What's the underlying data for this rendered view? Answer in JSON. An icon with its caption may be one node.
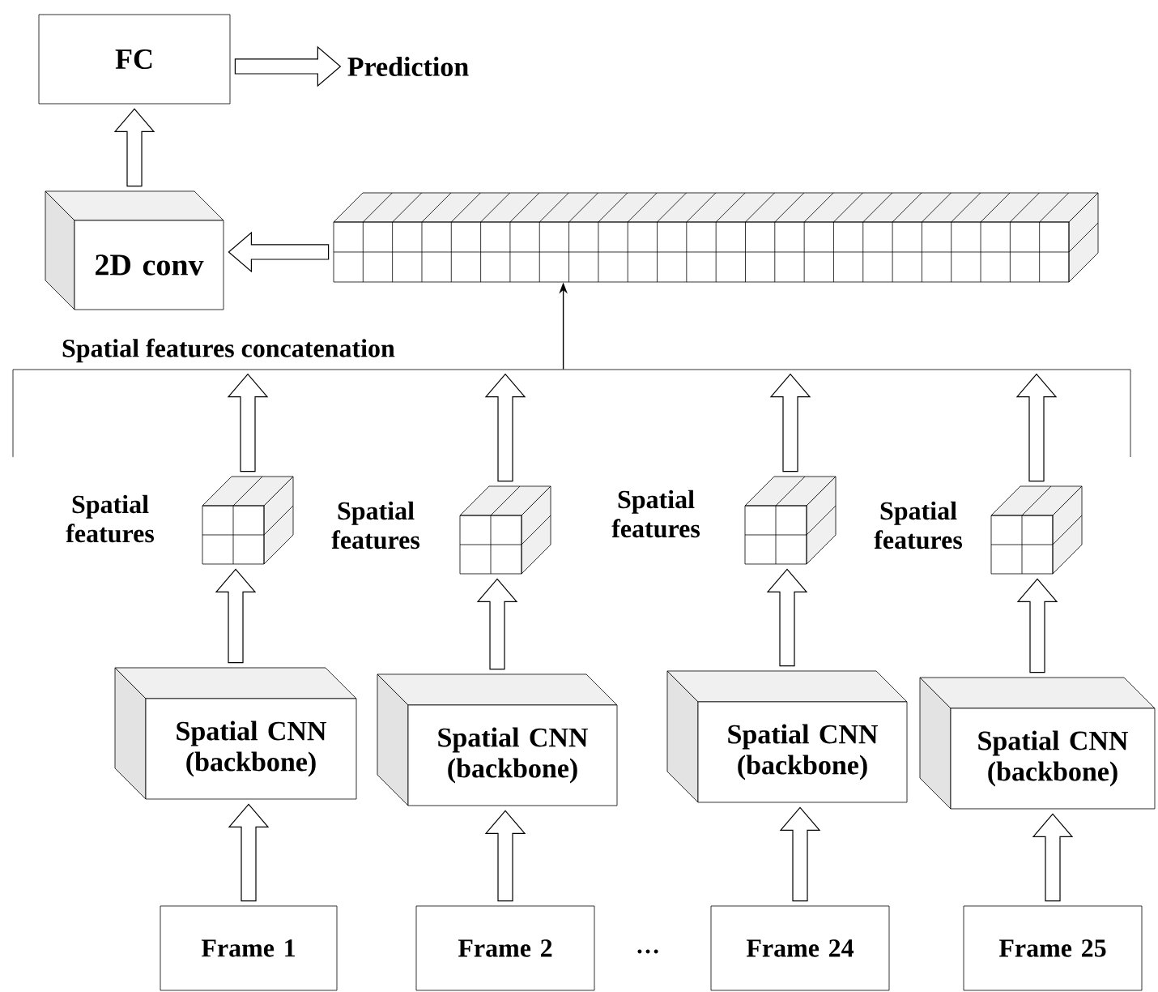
{
  "diagram": {
    "nodes": [
      {
        "text": [
          "FC"
        ]
      },
      {
        "text": [
          "Prediction"
        ]
      },
      {
        "text": [
          "2D conv"
        ]
      },
      {
        "text": [],
        "shape": "box"
      },
      {
        "text": [
          "Spatial features concatenation"
        ]
      },
      {
        "text": [],
        "shape": "box",
        "beside": [
          "Spatial features"
        ]
      },
      {
        "text": [],
        "shape": "box",
        "beside": [
          "Spatial features"
        ]
      },
      {
        "text": [],
        "shape": "box",
        "beside": [
          "Spatial features"
        ]
      },
      {
        "text": [],
        "shape": "box",
        "beside": [
          "Spatial features"
        ]
      },
      {
        "text": [
          "Spatial CNN (backbone)"
        ]
      },
      {
        "text": [
          "Spatial CNN (backbone)"
        ]
      },
      {
        "text": [
          "Spatial CNN (backbone)"
        ]
      },
      {
        "text": [
          "Spatial CNN (backbone)"
        ]
      },
      {
        "text": [
          "Frame 1"
        ]
      },
      {
        "text": [
          "Frame 2"
        ]
      },
      {
        "text": [
          "Frame 24"
        ]
      },
      {
        "text": [
          "Frame 25"
        ]
      }
    ],
    "edges": [
      {
        "from": 0,
        "to": 1,
        "arrow": "to",
        "style": "thick"
      },
      {
        "from": 2,
        "to": 0,
        "arrow": "to",
        "style": "thick"
      },
      {
        "from": 3,
        "to": 2,
        "arrow": "to",
        "style": "thick"
      },
      {
        "from": 4,
        "to": 3,
        "arrow": "to"
      },
      {
        "from": 5,
        "to": 4,
        "arrow": "to",
        "style": "thick"
      },
      {
        "from": 6,
        "to": 4,
        "arrow": "to",
        "style": "thick"
      },
      {
        "from": 7,
        "to": 4,
        "arrow": "to",
        "style": "thick"
      },
      {
        "from": 8,
        "to": 4,
        "arrow": "to",
        "style": "thick"
      },
      {
        "from": 9,
        "to": 5,
        "arrow": "to",
        "style": "thick"
      },
      {
        "from": 10,
        "to": 6,
        "arrow": "to",
        "style": "thick"
      },
      {
        "from": 11,
        "to": 7,
        "arrow": "to",
        "style": "thick"
      },
      {
        "from": 12,
        "to": 8,
        "arrow": "to",
        "style": "thick"
      },
      {
        "from": 13,
        "to": 9,
        "arrow": "to",
        "style": "thick"
      },
      {
        "from": 14,
        "to": 10,
        "arrow": "to",
        "style": "thick"
      },
      {
        "from": 15,
        "to": 11,
        "arrow": "to",
        "style": "thick"
      },
      {
        "from": 16,
        "to": 12,
        "arrow": "to",
        "style": "thick"
      }
    ],
    "labels": [
      "…"
    ]
  }
}
